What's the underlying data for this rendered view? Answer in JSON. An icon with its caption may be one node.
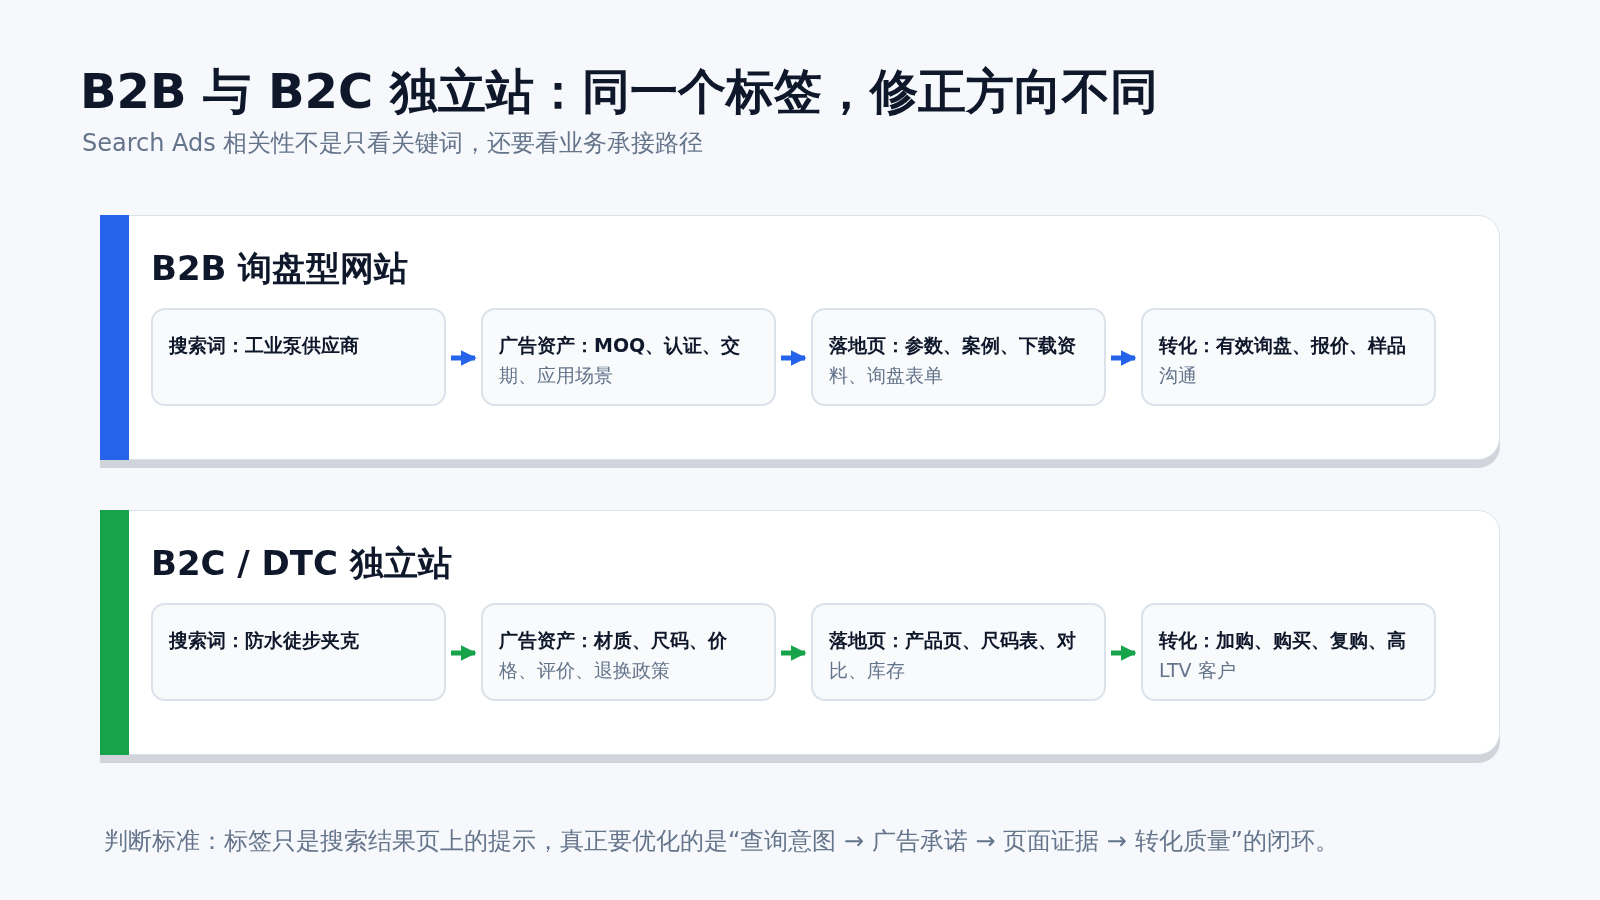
{
  "diagram": {
    "title": "B2B 与 B2C 独立站：同一个标签，修正方向不同",
    "caption": "判断标准：标签只是搜索结果页上的提示，真正要优化的是“查询意图 → 广告承诺 → 页面证据 → 转化质量”的闭环。",
    "labels": [
      "Search Ads 相关性不是只看关键词，还要看业务承接路径"
    ],
    "nodes": [
      {
        "text": [
          "B2B 询盘型网站"
        ]
      },
      {
        "text": [
          "搜索词：工业泵供应商"
        ],
        "in": 0
      },
      {
        "text": [
          "广告资产：MOQ、认证、交期、应用场景"
        ],
        "in": 0
      },
      {
        "text": [
          "落地页：参数、案例、下载资料、询盘表单"
        ],
        "in": 0
      },
      {
        "text": [
          "转化：有效询盘、报价、样品沟通"
        ],
        "in": 0
      },
      {
        "text": [
          "B2C / DTC 独立站"
        ]
      },
      {
        "text": [
          "搜索词：防水徒步夹克"
        ],
        "in": 5
      },
      {
        "text": [
          "广告资产：材质、尺码、价格、评价、退换政策"
        ],
        "in": 5
      },
      {
        "text": [
          "落地页：产品页、尺码表、对比、库存"
        ],
        "in": 5
      },
      {
        "text": [
          "转化：加购、购买、复购、高 LTV 客户"
        ],
        "in": 5
      }
    ],
    "edges": [
      {
        "from": 1,
        "to": 2,
        "arrow": "to",
        "color": "#2563eb"
      },
      {
        "from": 2,
        "to": 3,
        "arrow": "to",
        "color": "#2563eb"
      },
      {
        "from": 3,
        "to": 4,
        "arrow": "to",
        "color": "#2563eb"
      },
      {
        "from": 6,
        "to": 7,
        "arrow": "to",
        "color": "#16a34a"
      },
      {
        "from": 7,
        "to": 8,
        "arrow": "to",
        "color": "#16a34a"
      },
      {
        "from": 8,
        "to": 9,
        "arrow": "to",
        "color": "#16a34a"
      }
    ]
  }
}
